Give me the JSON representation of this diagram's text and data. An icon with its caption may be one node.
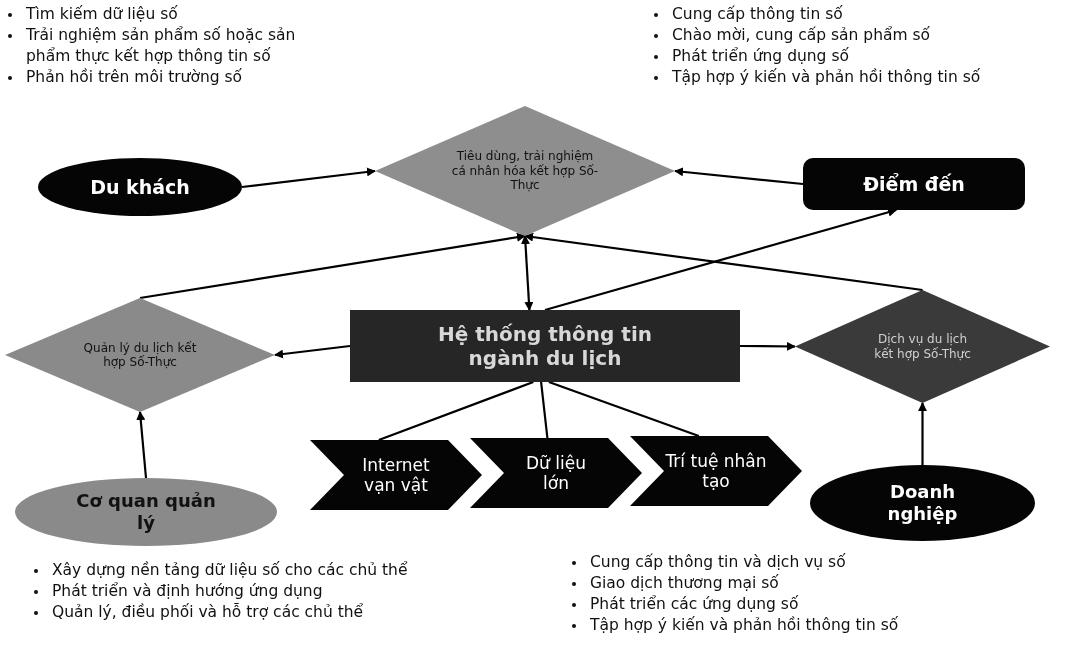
{
  "diagram": {
    "nodes": [
      {
        "text": [
          "Du khách"
        ],
        "beside": [
          "Tìm kiếm dữ liệu số",
          "Trải nghiệm sản phẩm số hoặc sản phẩm thực kết hợp thông tin số",
          "Phản hồi trên môi trường số"
        ]
      },
      {
        "text": [
          "Tiêu dùng, trải nghiệm cá nhân hóa kết hợp Số-Thực"
        ]
      },
      {
        "text": [
          "Điểm đến"
        ],
        "beside": [
          "Cung cấp thông tin số",
          "Chào mời, cung cấp sản phẩm số",
          "Phát triển ứng dụng số",
          "Tập hợp ý kiến và phản hồi thông tin số"
        ]
      },
      {
        "text": [
          "Quản lý du lịch kết hợp Số-Thực"
        ]
      },
      {
        "text": [
          "Hệ thống thông tin ngành du lịch"
        ]
      },
      {
        "text": [
          "Dịch vụ du lịch kết hợp Số-Thực"
        ]
      },
      {
        "text": [
          "Internet vạn vật"
        ]
      },
      {
        "text": [
          "Dữ liệu lớn"
        ]
      },
      {
        "text": [
          "Trí tuệ nhân tạo"
        ]
      },
      {
        "text": [
          "Cơ quan quản lý"
        ],
        "beside": [
          "Xây dựng nền tảng dữ liệu số cho các chủ thể",
          "Phát triển và định hướng ứng dụng",
          "Quản lý, điều phối và hỗ trợ các chủ thể"
        ]
      },
      {
        "text": [
          "Doanh nghiệp"
        ],
        "beside": [
          "Cung cấp thông tin và dịch vụ số",
          "Giao dịch thương mại số",
          "Phát triển các ứng dụng số",
          "Tập hợp ý kiến và phản hồi thông tin số"
        ]
      }
    ],
    "edges": [
      {
        "from": 0,
        "to": 1,
        "arrow": "to"
      },
      {
        "from": 2,
        "to": 1,
        "arrow": "to"
      },
      {
        "from": 4,
        "to": 1,
        "arrow": "both"
      },
      {
        "from": 4,
        "to": 2,
        "arrow": "to"
      },
      {
        "from": 3,
        "to": 1,
        "arrow": "to"
      },
      {
        "from": 5,
        "to": 1,
        "arrow": "to"
      },
      {
        "from": 4,
        "to": 3,
        "arrow": "to"
      },
      {
        "from": 4,
        "to": 5,
        "arrow": "to"
      },
      {
        "from": 4,
        "to": 6,
        "arrow": "none"
      },
      {
        "from": 4,
        "to": 7,
        "arrow": "none"
      },
      {
        "from": 4,
        "to": 8,
        "arrow": "none"
      },
      {
        "from": 9,
        "to": 3,
        "arrow": "to"
      },
      {
        "from": 10,
        "to": 5,
        "arrow": "to"
      }
    ]
  }
}
